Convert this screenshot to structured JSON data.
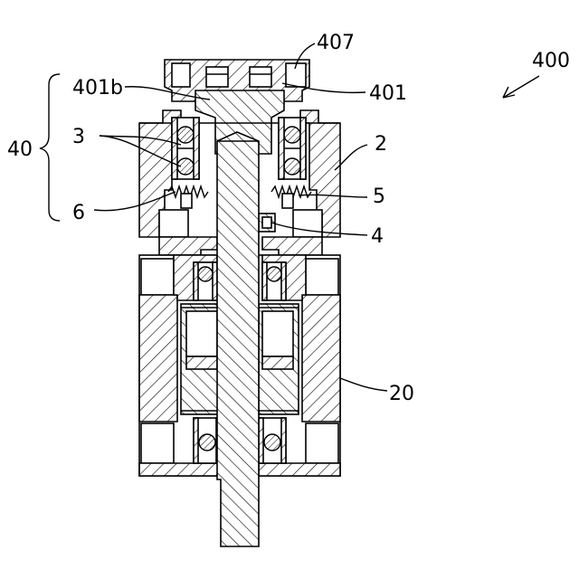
{
  "labels": {
    "l400": "400",
    "l407": "407",
    "l401b": "401b",
    "l401": "401",
    "l40": "40",
    "l3": "3",
    "l2": "2",
    "l5": "5",
    "l6": "6",
    "l4": "4",
    "l20": "20"
  }
}
